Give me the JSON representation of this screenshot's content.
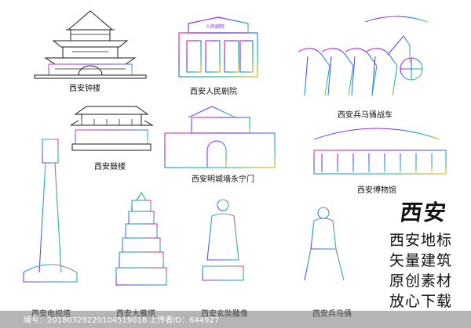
{
  "labels": {
    "bell_tower": "西安钟楼",
    "peoples_theatre": "西安人民剧院",
    "terracotta_chariot": "西安兵马俑战车",
    "drum_tower": "西安鼓楼",
    "yongning_gate": "西安明城墙永宁门",
    "museum": "西安博物馆",
    "tv_tower": "西安电视塔",
    "big_goose_pagoda": "西安大雁塔",
    "xuanzang_statue": "西安玄奘雕像",
    "terracotta_warrior": "西安兵马俑"
  },
  "brand": {
    "title": "西安",
    "line1": "西安地标",
    "line2": "矢量建筑",
    "line3": "原创素材",
    "line4": "放心下载"
  },
  "watermark": {
    "text": "编号：20180329220104519018 上传者ID：644927"
  },
  "theatre_sign": "人民剧院",
  "colors": {
    "line": "#1a1a1a",
    "grad_start": "#ff2d95",
    "grad_mid1": "#7b2cff",
    "grad_mid2": "#1e90ff",
    "grad_mid3": "#18c98a",
    "grad_end": "#ffb000"
  }
}
